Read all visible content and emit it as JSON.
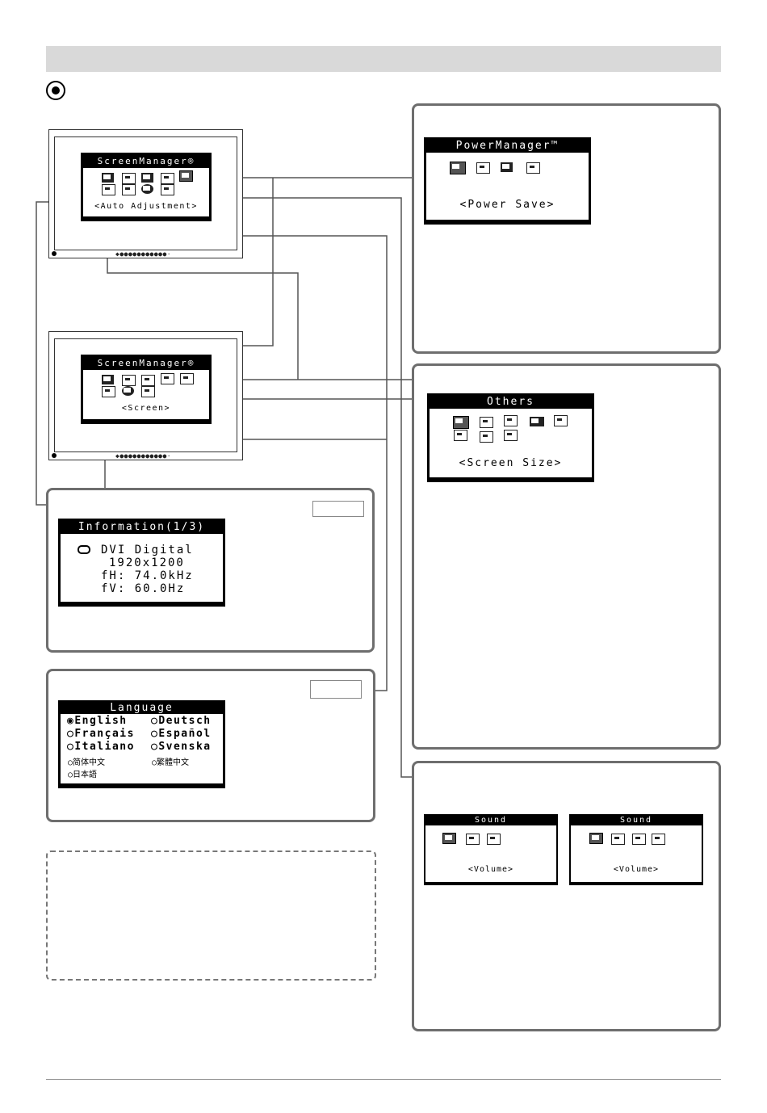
{
  "monitor_top": {
    "osd_title": "ScreenManager®",
    "osd_label": "<Auto Adjustment>"
  },
  "monitor_bottom": {
    "osd_title": "ScreenManager®",
    "osd_label": "<Screen>"
  },
  "power_panel": {
    "osd_title": "PowerManager™",
    "osd_label": "<Power Save>"
  },
  "others_panel": {
    "osd_title": "Others",
    "osd_label": "<Screen Size>"
  },
  "info_panel": {
    "osd_title": "Information(1/3)",
    "lines": [
      "DVI Digital",
      "1920x1200",
      "fH: 74.0kHz",
      "fV: 60.0Hz"
    ]
  },
  "language_panel": {
    "osd_title": "Language",
    "options": [
      {
        "label": "English",
        "selected": true
      },
      {
        "label": "Deutsch",
        "selected": false
      },
      {
        "label": "Français",
        "selected": false
      },
      {
        "label": "Español",
        "selected": false
      },
      {
        "label": "Italiano",
        "selected": false
      },
      {
        "label": "Svenska",
        "selected": false
      },
      {
        "label": "简体中文",
        "selected": false
      },
      {
        "label": "繁體中文",
        "selected": false
      },
      {
        "label": "日本語",
        "selected": false
      }
    ],
    "marks": {
      "on": "◉",
      "off": "○"
    }
  },
  "sound_panel": {
    "osd_left": {
      "title": "Sound",
      "label": "<Volume>"
    },
    "osd_right": {
      "title": "Sound",
      "label": "<Volume>"
    }
  },
  "colors": {
    "header_bar": "#d9d9d9",
    "panel_border": "#6e6e6e",
    "connector": "#555555"
  }
}
